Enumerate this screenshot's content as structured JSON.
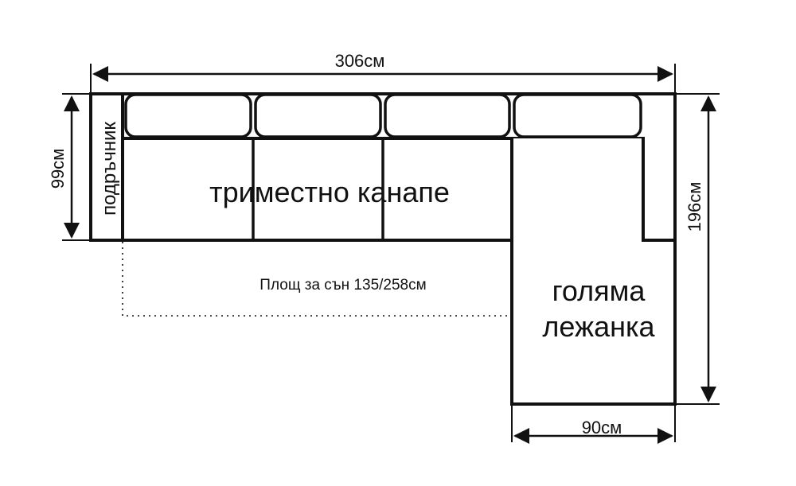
{
  "dimensions": {
    "total_width": "306см",
    "depth_left": "99см",
    "depth_right": "196см",
    "chaise_width": "90см"
  },
  "labels": {
    "armrest": "подръчник",
    "three_seat_sofa": "триместно канапе",
    "sleep_area": "Площ за сън 135/258см",
    "chaise_line1": "голяма",
    "chaise_line2": "лежанка"
  },
  "colors": {
    "line": "#111111",
    "background": "#ffffff"
  }
}
